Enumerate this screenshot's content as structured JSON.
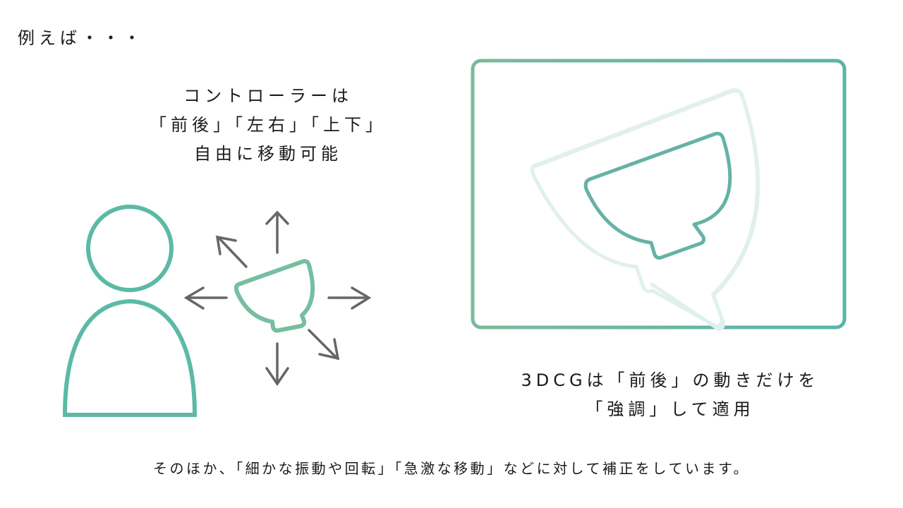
{
  "heading": {
    "text": "例えば・・・"
  },
  "controller_caption": {
    "lines": [
      "コントローラーは",
      "「前後」「左右」「上下」",
      "自由に移動可能"
    ]
  },
  "cg_caption": {
    "lines": [
      "3DCGは「前後」の動きだけを",
      "「強調」して適用"
    ]
  },
  "footer": {
    "text": "そのほか、「細かな振動や回転」「急激な移動」などに対して補正をしています。"
  },
  "illustration": {
    "person_icon": "person-outline-icon",
    "bowl_icon": "rice-bowl-icon",
    "arrow_directions": [
      "up",
      "up-left",
      "left",
      "right",
      "down",
      "down-right"
    ],
    "screen_frame": "screen-frame",
    "colors": {
      "person": "#5bbaa6",
      "bowl_small": "#76bea0",
      "arrow": "#666666",
      "frame_start": "#7db89b",
      "frame_end": "#57b5a8",
      "bowl_large_ghost": "#e0f0ed",
      "bowl_medium": "#65b2a6"
    }
  }
}
